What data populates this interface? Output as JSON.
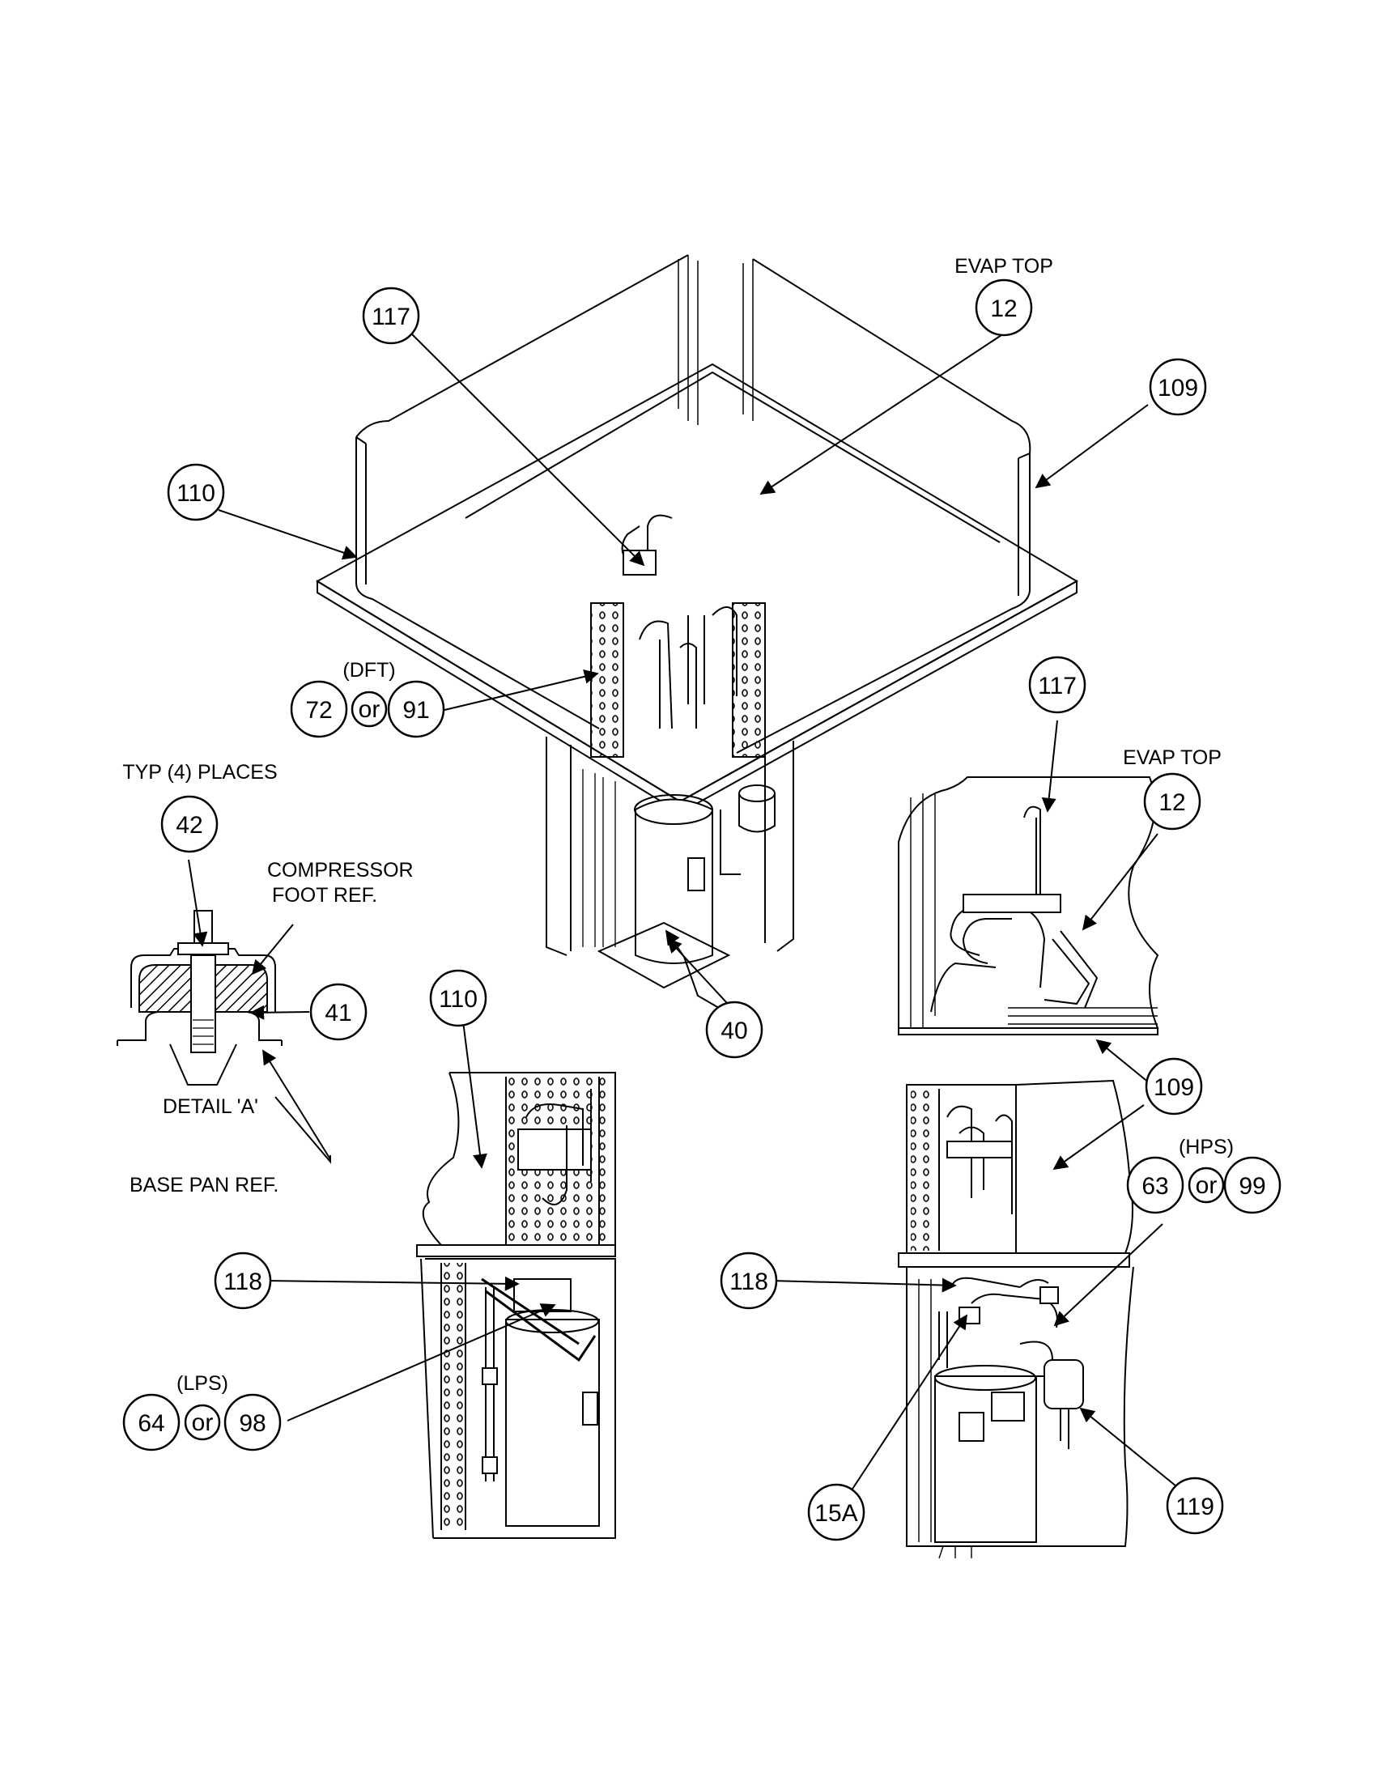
{
  "labels": {
    "evap_top_main": "EVAP TOP",
    "evap_top_detail": "EVAP TOP",
    "dft": "(DFT)",
    "hps": "(HPS)",
    "lps": "(LPS)",
    "typ_places": "TYP (4) PLACES",
    "compressor_foot_1": "COMPRESSOR",
    "compressor_foot_2": "FOOT REF.",
    "detail_a": "DETAIL 'A'",
    "base_pan_ref": "BASE PAN REF."
  },
  "callouts": {
    "c117_main": "117",
    "c12_main": "12",
    "c109_main": "109",
    "c110_main": "110",
    "c72": "72",
    "or_dft": "or",
    "c91": "91",
    "c117_detail": "117",
    "c12_detail": "12",
    "c42": "42",
    "c41": "41",
    "c40": "40",
    "c110_detail": "110",
    "c109_detail": "109",
    "c63": "63",
    "or_hps": "or",
    "c99": "99",
    "c118_left": "118",
    "c118_right": "118",
    "c64": "64",
    "or_lps": "or",
    "c98": "98",
    "c15a": "15A",
    "c119": "119"
  }
}
